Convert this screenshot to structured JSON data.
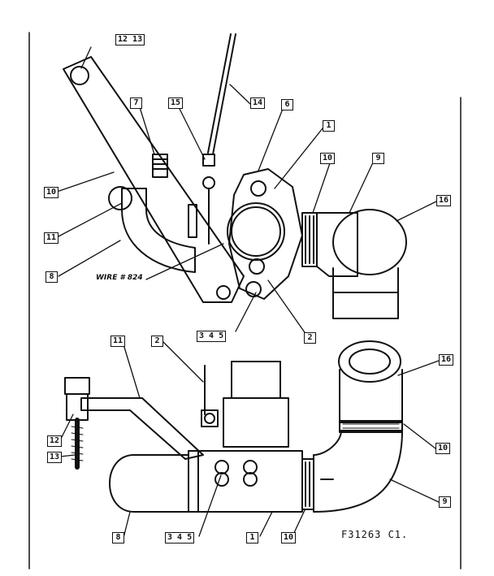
{
  "labels": {
    "l_12_13_top": "12 13",
    "l_7": "7",
    "l_15": "15",
    "l_14": "14",
    "l_6": "6",
    "l_1_top": "1",
    "l_10_top_right": "10",
    "l_9_top": "9",
    "l_16_top": "16",
    "l_10_left": "10",
    "l_11_left": "11",
    "l_8_top": "8",
    "l_345_top": "3 4 5",
    "l_2_top": "2",
    "l_11_bottom": "11",
    "l_2_bottom": "2",
    "l_16_bottom": "16",
    "l_12": "12",
    "l_13": "13",
    "l_10_bottom": "10",
    "l_9_bottom": "9",
    "l_8_bottom": "8",
    "l_345_bottom": "3 4 5",
    "l_1_bottom": "1",
    "l_10_bottom_center": "10"
  },
  "wire_label": "WIRE # 824",
  "figure_code": "F31263 C1."
}
